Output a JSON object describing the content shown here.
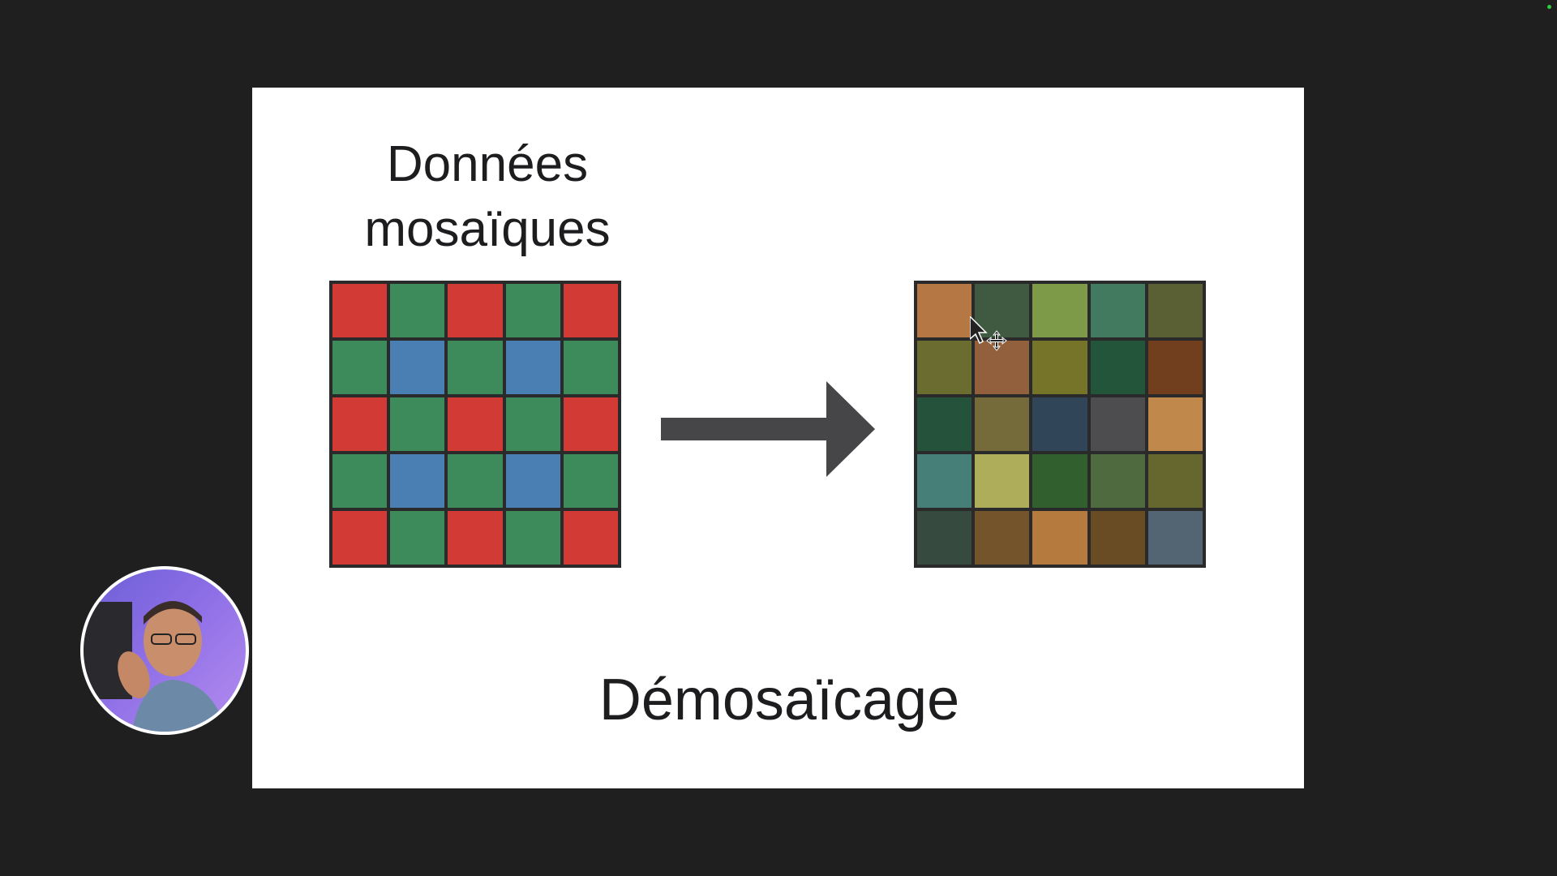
{
  "slide": {
    "title": "Données mosaïques",
    "caption": "Démosaïcage"
  },
  "mosaic_grid": {
    "colors": [
      [
        "#d13a35",
        "#3d8b5a",
        "#d13a35",
        "#3d8b5a",
        "#d13a35"
      ],
      [
        "#3d8b5a",
        "#4a7fb3",
        "#3d8b5a",
        "#4a7fb3",
        "#3d8b5a"
      ],
      [
        "#d13a35",
        "#3d8b5a",
        "#d13a35",
        "#3d8b5a",
        "#d13a35"
      ],
      [
        "#3d8b5a",
        "#4a7fb3",
        "#3d8b5a",
        "#4a7fb3",
        "#3d8b5a"
      ],
      [
        "#d13a35",
        "#3d8b5a",
        "#d13a35",
        "#3d8b5a",
        "#d13a35"
      ]
    ]
  },
  "demosaiced_grid": {
    "colors": [
      [
        "#b57844",
        "#3f5a40",
        "#7d9a48",
        "#427a60",
        "#5a6034"
      ],
      [
        "#6b6d30",
        "#93603e",
        "#767428",
        "#23553a",
        "#713f1e"
      ],
      [
        "#24523a",
        "#756a3a",
        "#304558",
        "#4d4d4f",
        "#c0884a"
      ],
      [
        "#467f78",
        "#aeae5a",
        "#315f2e",
        "#4e6a3e",
        "#65672e"
      ],
      [
        "#364a40",
        "#74542a",
        "#b47a3e",
        "#6a4c24",
        "#536472"
      ]
    ]
  },
  "arrow": {
    "color": "#464648"
  },
  "webcam": {
    "description": "presenter-avatar"
  }
}
